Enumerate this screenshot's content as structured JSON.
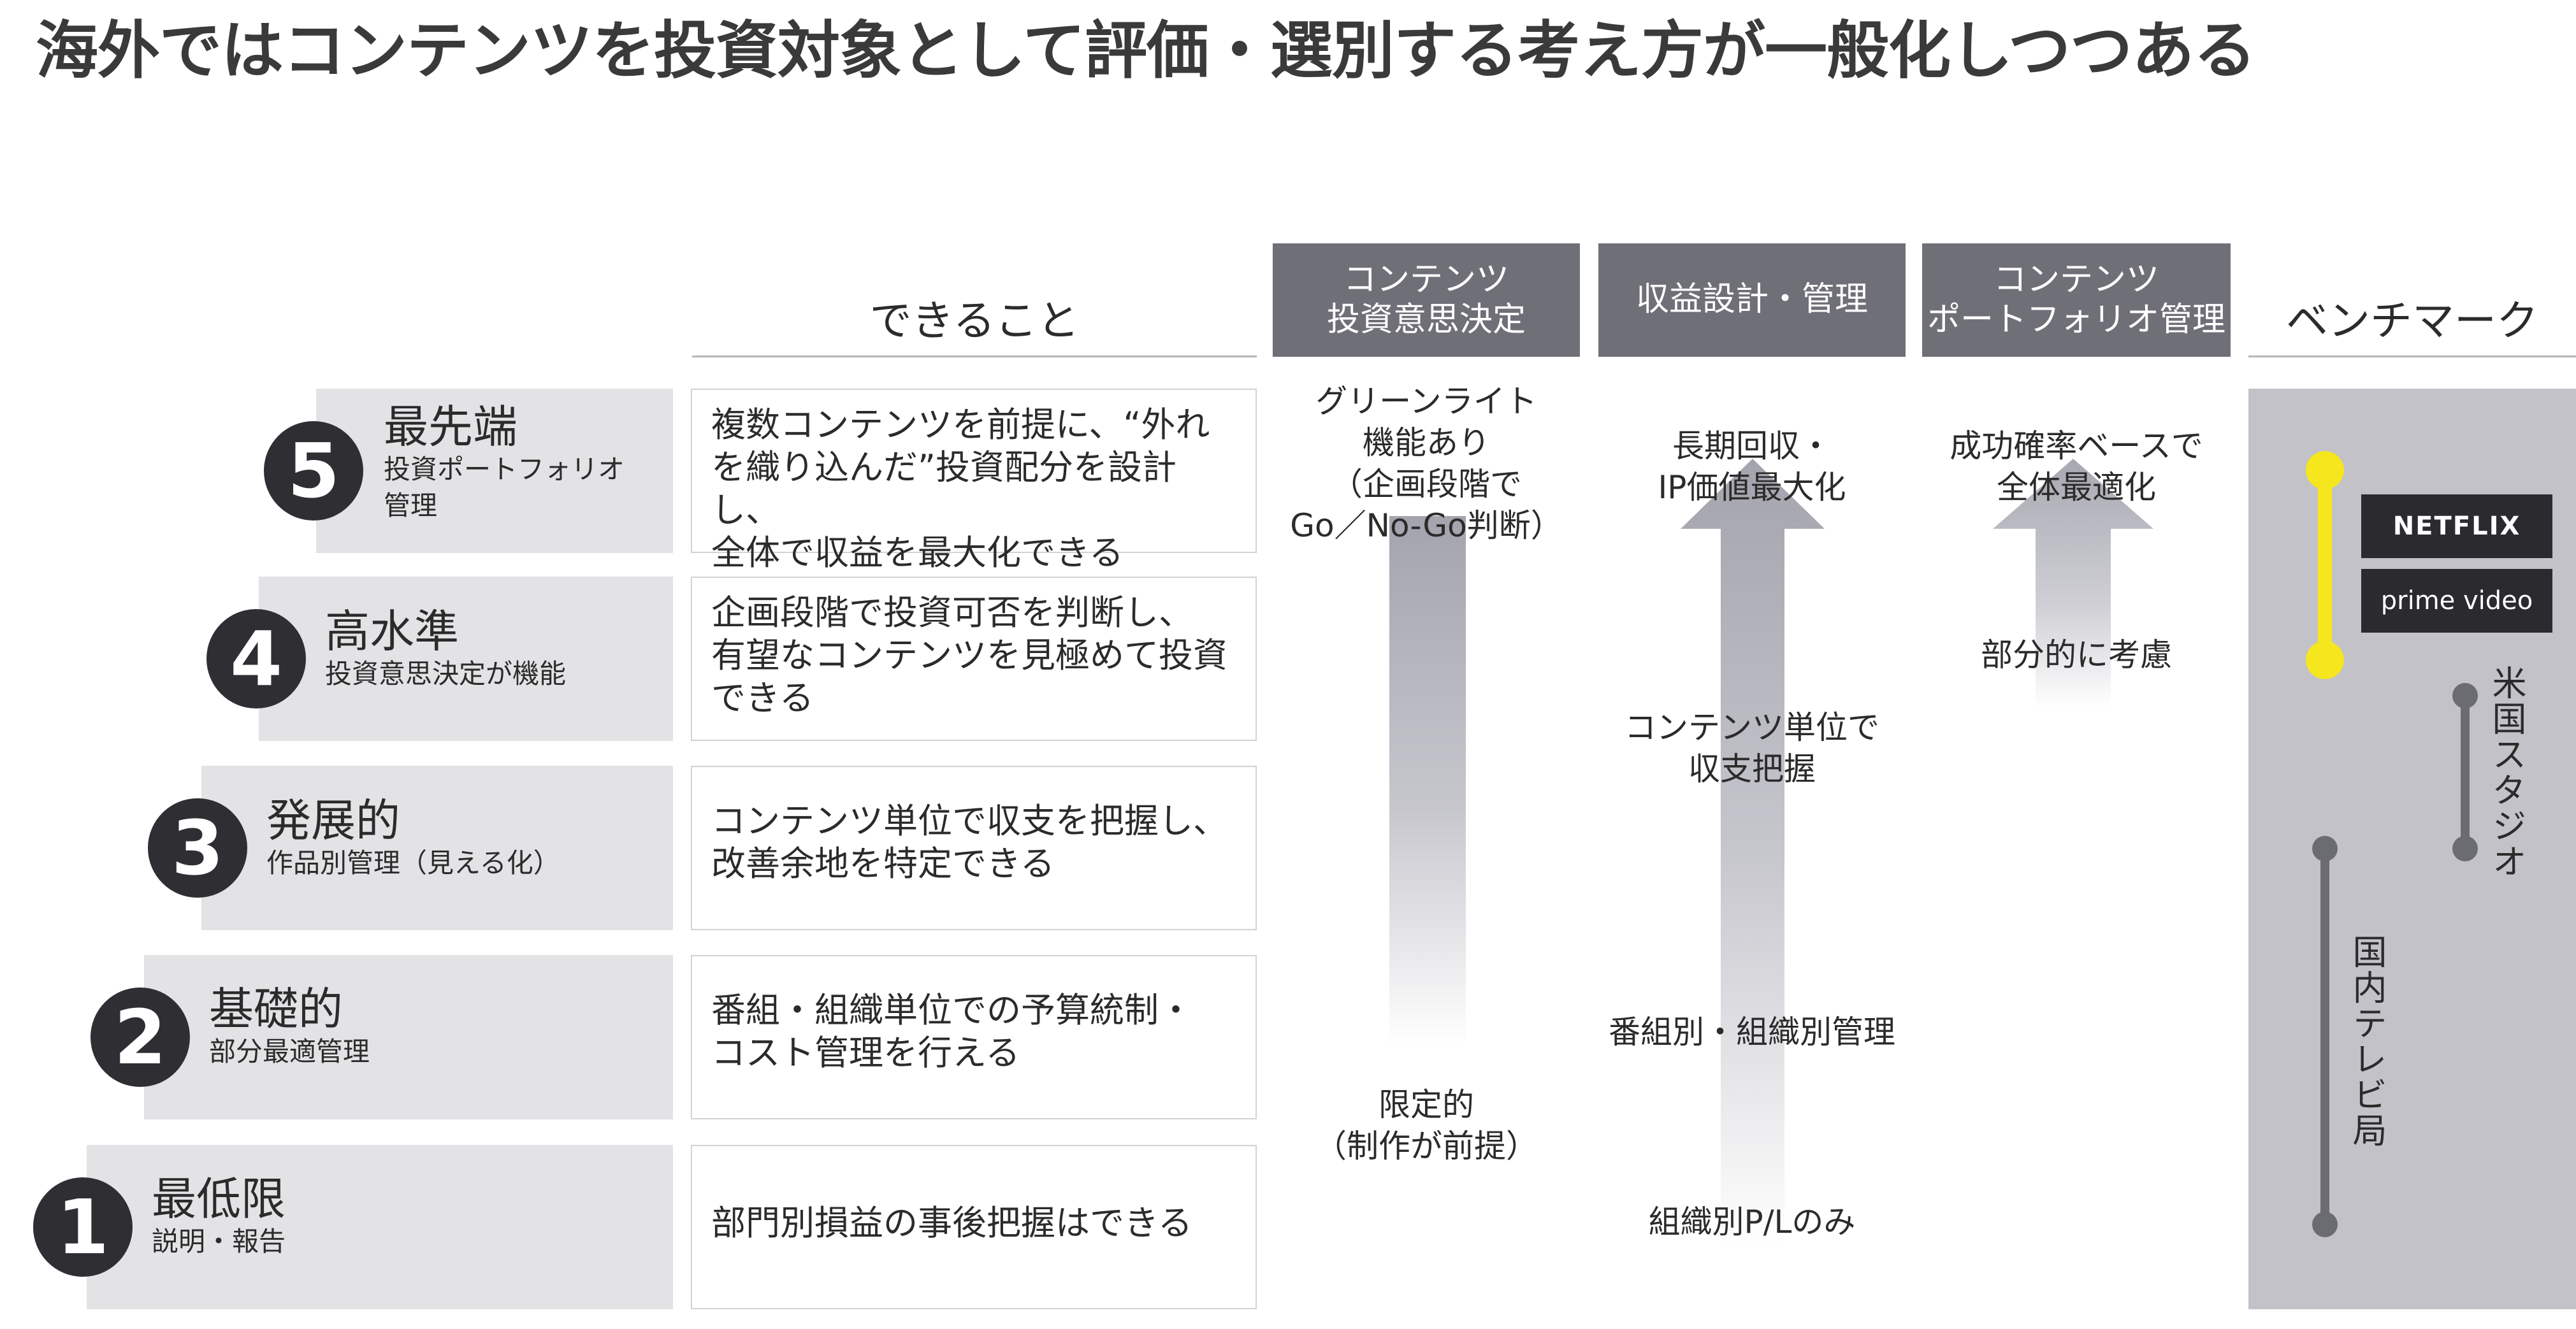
{
  "title": "海外ではコンテンツを投資対象として評価・選別する考え方が一般化しつつある",
  "columns": {
    "capability": "できること",
    "investment": [
      "コンテンツ",
      "投資意思決定"
    ],
    "revenue": [
      "収益設計・管理"
    ],
    "portfolio": [
      "コンテンツ",
      "ポートフォリオ管理"
    ],
    "benchmark": "ベンチマーク"
  },
  "levels": [
    {
      "number": "5",
      "name": "最先端",
      "sub": [
        "投資ポートフォリオ",
        "管理"
      ],
      "capability": [
        "複数コンテンツを前提に、“外れ",
        "を織り込んだ”投資配分を設計し、",
        "全体で収益を最大化できる"
      ]
    },
    {
      "number": "4",
      "name": "高水準",
      "sub": [
        "投資意思決定が機能"
      ],
      "capability": [
        "企画段階で投資可否を判断し、",
        "有望なコンテンツを見極めて投資",
        "できる"
      ]
    },
    {
      "number": "3",
      "name": "発展的",
      "sub": [
        "作品別管理（見える化）"
      ],
      "capability": [
        "コンテンツ単位で収支を把握し、",
        "改善余地を特定できる"
      ]
    },
    {
      "number": "2",
      "name": "基礎的",
      "sub": [
        "部分最適管理"
      ],
      "capability": [
        "番組・組織単位での予算統制・",
        "コスト管理を行える"
      ]
    },
    {
      "number": "1",
      "name": "最低限",
      "sub": [
        "説明・報告"
      ],
      "capability": [
        "部門別損益の事後把握はできる"
      ]
    }
  ],
  "investment_notes": {
    "top": [
      "グリーンライト",
      "機能あり",
      "（企画段階で",
      "Go／No-Go判断）"
    ],
    "bottom": [
      "限定的",
      "（制作が前提）"
    ]
  },
  "revenue_notes": {
    "top": [
      "長期回収・",
      "IP価値最大化"
    ],
    "middle": [
      "コンテンツ単位で",
      "収支把握"
    ],
    "lower": [
      "番組別・組織別管理"
    ],
    "bottom": [
      "組織別P/Lのみ"
    ]
  },
  "portfolio_notes": {
    "top": [
      "成功確率ベースで",
      "全体最適化"
    ],
    "middle": [
      "部分的に考慮"
    ]
  },
  "benchmark": {
    "brands": [
      "NETFLIX",
      "prime video"
    ],
    "us_studio": "米国スタジオ",
    "domestic_tv": "国内テレビ局"
  },
  "colors": {
    "dark_badge": "#2e2e33",
    "header_gray": "#6f6f78",
    "level_band": "#e3e3e6",
    "bench_bg": "#c2c2c8",
    "highlight_yellow": "#f5e61e",
    "marker_gray": "#6b6b72"
  }
}
